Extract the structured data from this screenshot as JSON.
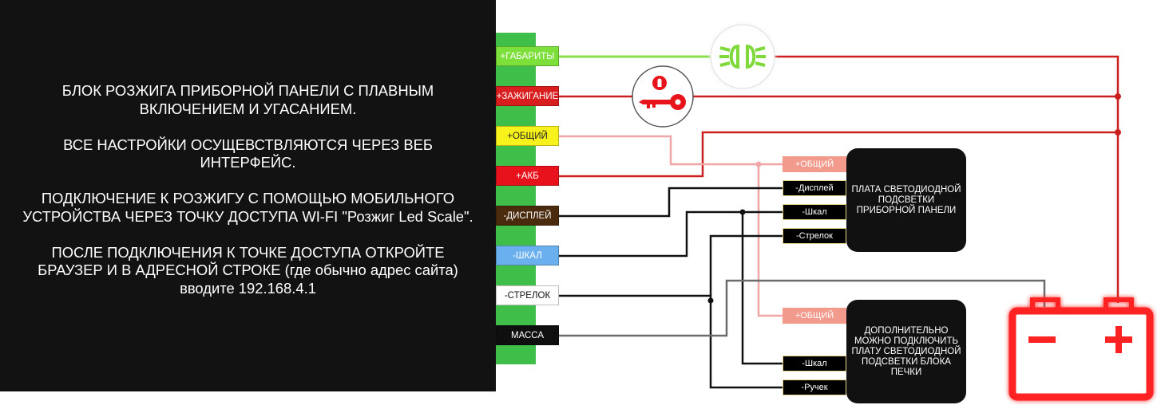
{
  "info": {
    "paragraphs": [
      "БЛОК РОЗЖИГА ПРИБОРНОЙ ПАНЕЛИ С ПЛАВНЫМ\nВКЛЮЧЕНИЕМ И УГАСАНИЕМ.",
      "ВСЕ НАСТРОЙКИ ОСУЩЕВСТВЛЯЮТСЯ ЧЕРЕЗ ВЕБ\nИНТЕРФЕЙС.",
      "ПОДКЛЮЧЕНИЕ К РОЗЖИГУ С ПОМОЩЬЮ МОБИЛЬНОГО\nУСТРОЙСТВА ЧЕРЕЗ ТОЧКУ ДОСТУПА WI-FI \"Розжиг Led Scale\".",
      "ПОСЛЕ ПОДКЛЮЧЕНИЯ К ТОЧКЕ ДОСТУПА ОТКРОЙТЕ\nБРАУЗЕР И В АДРЕСНОЙ СТРОКЕ (где обычно адрес сайта)\nвводите 192.168.4.1"
    ]
  },
  "connector": {
    "pins": [
      {
        "label": "+ГАБАРИТЫ",
        "bg": "#7ddf3a",
        "fg": "#ffffff"
      },
      {
        "label": "+ЗАЖИГАНИЕ",
        "bg": "#d81e1e",
        "fg": "#ffffff"
      },
      {
        "label": "+ОБЩИЙ",
        "bg": "#f8f21c",
        "fg": "#222222"
      },
      {
        "label": "+АКБ",
        "bg": "#e8121c",
        "fg": "#ffffff"
      },
      {
        "label": "-ДИСПЛЕЙ",
        "bg": "#4a2b0e",
        "fg": "#ffffff"
      },
      {
        "label": "-ШКАЛ",
        "bg": "#6ab0ee",
        "fg": "#ffffff"
      },
      {
        "label": "-СТРЕЛОК",
        "bg": "#ffffff",
        "fg": "#111111"
      },
      {
        "label": "МАССА",
        "bg": "#0f0f0f",
        "fg": "#ffffff"
      }
    ]
  },
  "board1": {
    "title": "ПЛАТА СВЕТОДИОДНОЙ\nПОДСВЕТКИ\nПРИБОРНОЙ ПАНЕЛИ",
    "inputs": [
      "+ОБЩИЙ",
      "-Дисплей",
      "-Шкал",
      "-Стрелок"
    ]
  },
  "board2": {
    "title": "ДОПОЛНИТЕЛЬНО\nМОЖНО ПОДКЛЮЧИТЬ\nПЛАТУ СВЕТОДИОДНОЙ\nПОДСВЕТКИ БЛОКА\nПЕЧКИ",
    "inputs": [
      "+ОБЩИЙ",
      "-Шкал",
      "-Ручек"
    ]
  },
  "icons": {
    "lamp": "parking-light-icon",
    "key": "ignition-key-icon",
    "battery": "car-battery-icon"
  },
  "colors": {
    "green_wire": "#8be04a",
    "red_wire": "#cc1f1f",
    "pink_wire": "#f0a6a6",
    "black_wire": "#111111",
    "gray_wire": "#6b6b6b",
    "connector_green": "#3fbf4a",
    "tag_pink": "#f29a8c"
  }
}
